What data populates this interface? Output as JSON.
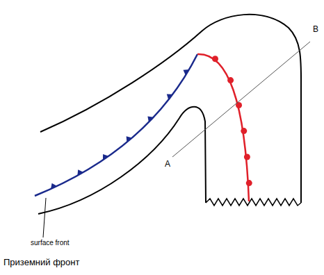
{
  "diagram": {
    "caption": "Приземний фронт",
    "labels": [
      "B",
      "A",
      "surface front"
    ]
  }
}
